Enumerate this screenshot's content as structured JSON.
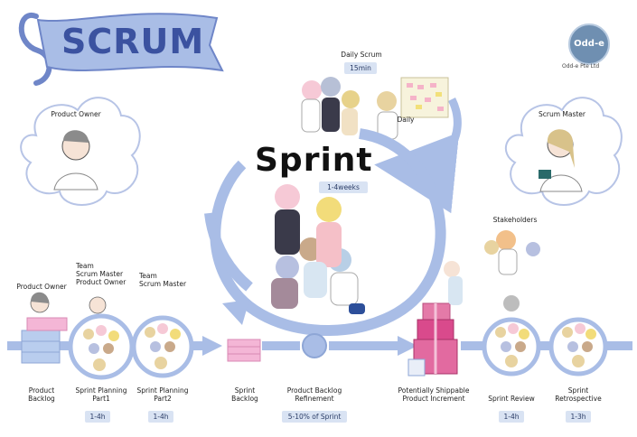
{
  "header": {
    "banner_title": "SCRUM",
    "logo_text": "Odd-e",
    "logo_caption": "Odd-e Pte Ltd"
  },
  "sprint": {
    "title": "Sprint",
    "duration": "1-4weeks"
  },
  "daily_scrum": {
    "title": "Daily Scrum",
    "duration": "15min",
    "cycle_label": "Daily"
  },
  "roles": {
    "product_owner": "Product Owner",
    "scrum_master": "Scrum Master",
    "stakeholders": "Stakeholders"
  },
  "flow": {
    "product_owner_label": "Product Owner",
    "planning1_team": [
      "Team",
      "Scrum Master",
      "Product Owner"
    ],
    "planning2_team": [
      "Team",
      "Scrum Master"
    ],
    "product_backlog": [
      "Product",
      "Backlog"
    ],
    "sprint_planning1": [
      "Sprint Planning",
      "Part1"
    ],
    "sprint_planning2": [
      "Sprint Planning",
      "Part2"
    ],
    "sprint_backlog": [
      "Sprint",
      "Backlog"
    ],
    "backlog_refinement": [
      "Product Backlog",
      "Refinement"
    ],
    "shippable_increment": [
      "Potentially Shippable",
      "Product Increment"
    ],
    "sprint_review": [
      "Sprint Review"
    ],
    "sprint_retrospective": [
      "Sprint",
      "Retrospective"
    ]
  },
  "timeboxes": {
    "planning1": "1-4h",
    "planning2": "1-4h",
    "refinement": "5-10% of Sprint",
    "review": "1-4h",
    "retrospective": "1-3h"
  },
  "colors": {
    "ribbon": "#a9bde6",
    "ribbon_dark": "#6f86c8",
    "arrow": "#a9bde6",
    "cloud_stroke": "#b7c4e6",
    "backlog_pink": "#f4b6d6",
    "backlog_blue": "#b9cdee",
    "gift_pink": "#d94a8c",
    "pill_bg": "#d9e3f3"
  }
}
